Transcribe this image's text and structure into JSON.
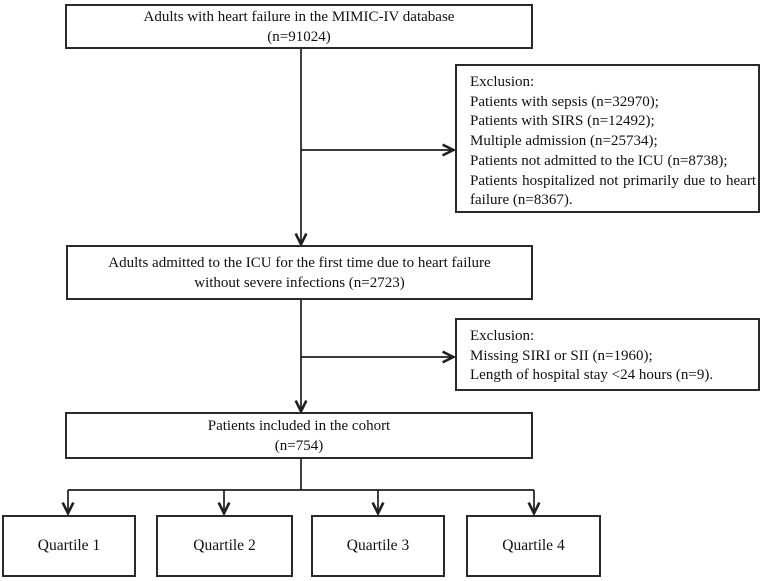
{
  "figure": {
    "type": "patient-flow-diagram",
    "colors": {
      "background": "#ffffff",
      "box_border": "#2a2a2a",
      "line": "#1f1f1f",
      "text": "#111111"
    },
    "top_box": {
      "line1": "Adults with heart failure in the MIMIC-IV database",
      "line2": "(n=91024)"
    },
    "exclusion_1": {
      "title": "Exclusion:",
      "items": [
        "Patients with sepsis (n=32970);",
        "Patients with SIRS (n=12492);",
        "Multiple admission (n=25734);",
        "Patients not admitted to the ICU (n=8738);",
        "Patients hospitalized not primarily due to heart failure (n=8367)."
      ]
    },
    "icu_box": {
      "line1": "Adults admitted to the ICU for the first time due to heart failure",
      "line2": "without severe infections (n=2723)"
    },
    "exclusion_2": {
      "title": "Exclusion:",
      "items": [
        "Missing SIRI or SII (n=1960);",
        "Length of hospital stay <24 hours (n=9)."
      ]
    },
    "cohort_box": {
      "line1": "Patients included in the cohort",
      "line2": "(n=754)"
    },
    "quartiles": [
      "Quartile 1",
      "Quartile 2",
      "Quartile 3",
      "Quartile 4"
    ]
  }
}
